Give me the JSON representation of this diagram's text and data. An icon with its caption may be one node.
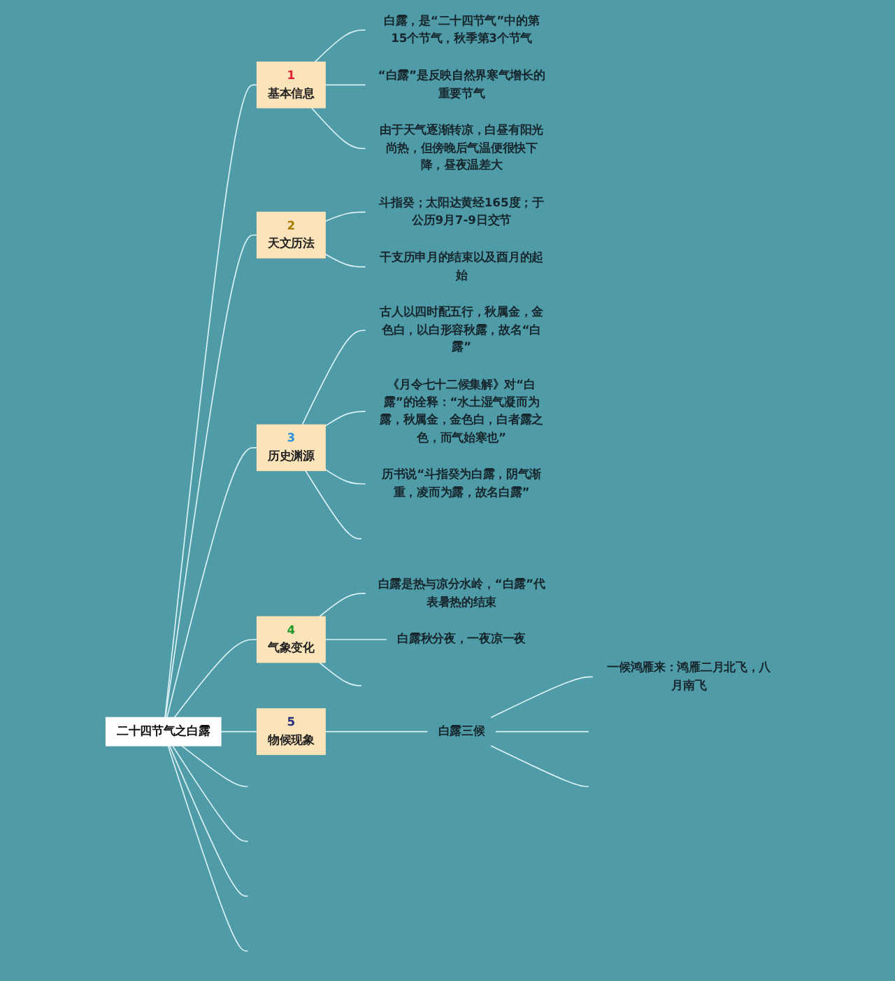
{
  "diagram": {
    "nodes": [
      {
        "text": [
          "二十四节气之白露"
        ]
      },
      {
        "text": [
          "1",
          "基本信息"
        ]
      },
      {
        "text": [
          "白露，是“二十四节气”中的第15个节气，秋季第3个节气"
        ]
      },
      {
        "text": [
          "“白露”是反映自然界寒气增长的重要节气"
        ]
      },
      {
        "text": [
          "由于天气逐渐转凉，白昼有阳光尚热，但傍晚后气温便很快下降，昼夜温差大"
        ]
      },
      {
        "text": [
          "2",
          "天文历法"
        ]
      },
      {
        "text": [
          "斗指癸；太阳达黄经165度；于公历9月7-9日交节"
        ]
      },
      {
        "text": [
          "干支历申月的结束以及酉月的起始"
        ]
      },
      {
        "text": [
          "3",
          "历史渊源"
        ]
      },
      {
        "text": [
          "古人以四时配五行，秋属金，金色白，以白形容秋露，故名“白露”"
        ]
      },
      {
        "text": [
          "《月令七十二候集解》对“白露”的诠释：“水土湿气凝而为露，秋属金，金色白，白者露之色，而气始寒也”"
        ]
      },
      {
        "text": [
          "历书说“斗指癸为白露，阴气渐重，凌而为露，故名白露”"
        ]
      },
      {
        "text": [
          "4",
          "气象变化"
        ]
      },
      {
        "text": [
          "白露是热与凉分水岭，“白露”代表暑热的结束"
        ]
      },
      {
        "text": [
          "白露秋分夜，一夜凉一夜"
        ]
      },
      {
        "text": [
          "5",
          "物候现象"
        ]
      },
      {
        "text": [
          "白露三候"
        ]
      },
      {
        "text": [
          "一候鸿雁来：鸿雁二月北飞，八月南飞"
        ]
      }
    ],
    "edges": [
      {
        "from": 0,
        "to": 1,
        "arrow": "none"
      },
      {
        "from": 0,
        "to": 5,
        "arrow": "none"
      },
      {
        "from": 0,
        "to": 8,
        "arrow": "none"
      },
      {
        "from": 0,
        "to": 12,
        "arrow": "none"
      },
      {
        "from": 0,
        "to": 15,
        "arrow": "none"
      },
      {
        "from": 0,
        "to": null,
        "arrow": "none"
      },
      {
        "from": 0,
        "to": null,
        "arrow": "none"
      },
      {
        "from": 0,
        "to": null,
        "arrow": "none"
      },
      {
        "from": 0,
        "to": null,
        "arrow": "none"
      },
      {
        "from": 1,
        "to": 2,
        "arrow": "none"
      },
      {
        "from": 1,
        "to": 3,
        "arrow": "none"
      },
      {
        "from": 1,
        "to": 4,
        "arrow": "none"
      },
      {
        "from": 5,
        "to": 6,
        "arrow": "none"
      },
      {
        "from": 5,
        "to": 7,
        "arrow": "none"
      },
      {
        "from": 8,
        "to": 9,
        "arrow": "none"
      },
      {
        "from": 8,
        "to": 10,
        "arrow": "none"
      },
      {
        "from": 8,
        "to": 11,
        "arrow": "none"
      },
      {
        "from": 8,
        "to": null,
        "arrow": "none"
      },
      {
        "from": 12,
        "to": 13,
        "arrow": "none"
      },
      {
        "from": 12,
        "to": 14,
        "arrow": "none"
      },
      {
        "from": 12,
        "to": null,
        "arrow": "none"
      },
      {
        "from": 15,
        "to": 16,
        "arrow": "none"
      },
      {
        "from": 16,
        "to": 17,
        "arrow": "none"
      },
      {
        "from": 16,
        "to": null,
        "arrow": "none"
      },
      {
        "from": 16,
        "to": null,
        "arrow": "none"
      }
    ]
  }
}
